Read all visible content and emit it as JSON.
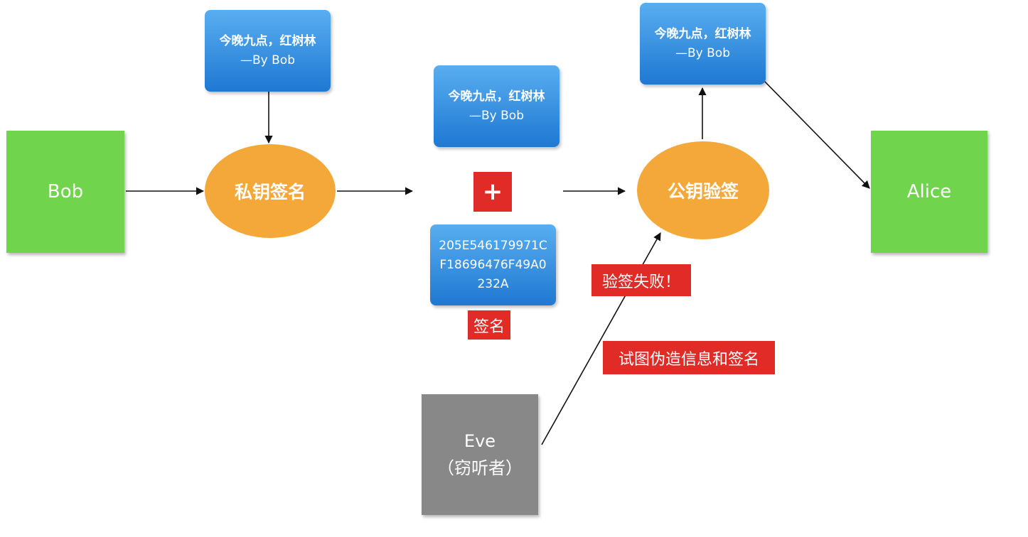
{
  "nodes": {
    "bob": "Bob",
    "alice": "Alice",
    "eve": {
      "line1": "Eve",
      "line2": "（窃听者）"
    },
    "sign_process": "私钥签名",
    "verify_process": "公钥验签",
    "message_top": {
      "line1": "今晚九点，红树林",
      "line2": "—By Bob"
    },
    "message_middle": {
      "line1": "今晚九点，红树林",
      "line2": "—By Bob"
    },
    "message_verified": {
      "line1": "今晚九点，红树林",
      "line2": "—By Bob"
    },
    "plus_sign": "+",
    "signature_value": {
      "line1": "205E546179971C",
      "line2": "F18696476F49A0",
      "line3": "232A"
    }
  },
  "labels": {
    "signature": "签名",
    "verify_failed": "验签失败！",
    "forge_attempt": "试图伪造信息和签名"
  },
  "colors": {
    "actor_green": "#70d44c",
    "process_orange": "#f4a83a",
    "message_blue": "#2a86dc",
    "alert_red": "#e02b26",
    "eve_gray": "#888888"
  }
}
